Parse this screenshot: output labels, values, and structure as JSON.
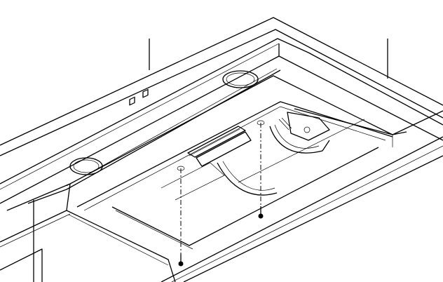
{
  "diagram": {
    "title": "",
    "description_visible_text": [],
    "colors": {
      "line": "#000000",
      "background": "#ffffff"
    },
    "parts": [
      "ceiling-cabinet",
      "range-hood-body",
      "lights",
      "control-buttons",
      "filter-frame",
      "blower-motor",
      "mounting-screws"
    ]
  }
}
